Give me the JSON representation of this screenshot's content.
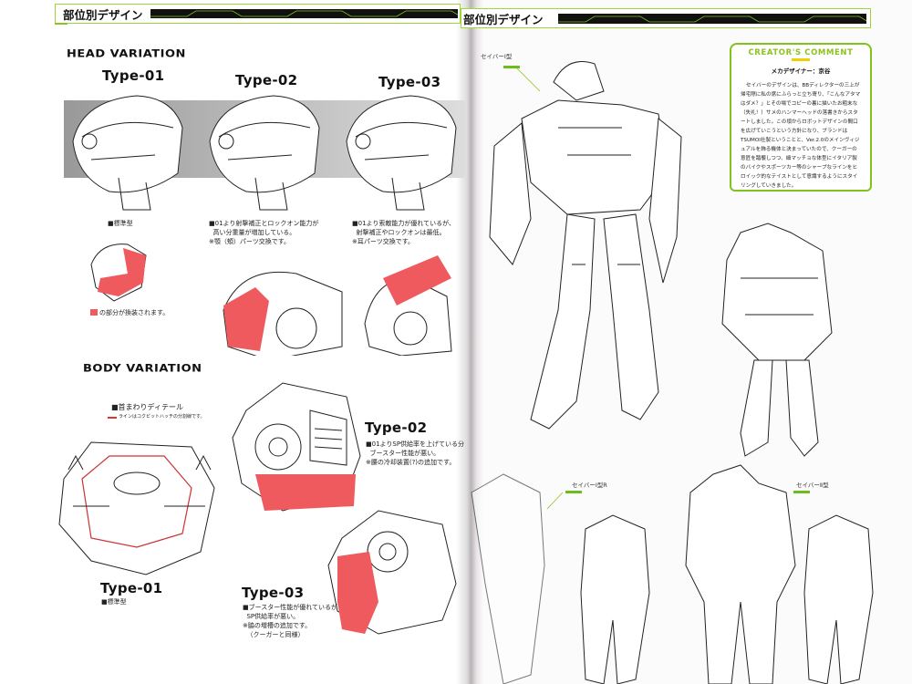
{
  "left_page": {
    "header_title": "部位別デザイン",
    "head_variation": {
      "section_title": "HEAD VARIATION",
      "types": [
        {
          "label": "Type-01",
          "caption": "■標準型"
        },
        {
          "label": "Type-02",
          "caption": "■01より射撃補正とロックオン能力が\n  高い分重量が増加している。\n※顎（頬）パーツ交換です。"
        },
        {
          "label": "Type-03",
          "caption": "■01より索敵能力が優れているが、\n  射撃補正やロックオンは最低。\n※耳パーツ交換です。"
        }
      ],
      "legend_note": "の部分が換装されます。"
    },
    "body_variation": {
      "section_title": "BODY VARIATION",
      "detail_title": "■首まわりディテール",
      "detail_note": "ラインはコクピットハッチの分割線です。",
      "types": [
        {
          "label": "Type-01",
          "caption": "■標準型"
        },
        {
          "label": "Type-02",
          "caption": "■01よりSP供給率を上げている分\n  ブースター性能が悪い。\n※腰の冷却装置(?)の追加です。"
        },
        {
          "label": "Type-03",
          "caption": "■ブースター性能が優れているが\n  SP供給率が悪い。\n※脇の増槽の追加です。\n  （クーガーと同様）"
        }
      ]
    }
  },
  "right_page": {
    "header_title": "部位別デザイン",
    "creator_comment": {
      "title": "CREATOR'S COMMENT",
      "author": "メカデザイナー：京谷",
      "body": "セイバーのデザインは、BBディレクターの三上が帰宅際に私の席にふらっと立ち寄り、「こんなアタマはダメ？」とその場でコピーの裏に描いたお粗末な（失礼！）サメのハンマーヘッドの落書きからスタートしました。この頃からロボットデザインの間口を広げていこうという方針になり、ブランドはTSUMOI社製ということと、Ver.2.0のメインヴィジュアルを飾る機体と決まっていたので、クーガーの意匠を踏襲しつつ、細マッチョな体型にイタリア製のバイクやスポーツカー等のシャープなラインをヒロイック的なテイストとして意識するようにスタイリングしていきました。"
    },
    "figure_labels": [
      "セイバーⅠ型",
      "セイバーⅠ型R",
      "セイバーⅡ型"
    ]
  },
  "colors": {
    "accent_green": "#8dc21f",
    "highlight_red": "#ef5a5e",
    "header_bar": "#111111",
    "comment_underline": "#f0d000"
  }
}
